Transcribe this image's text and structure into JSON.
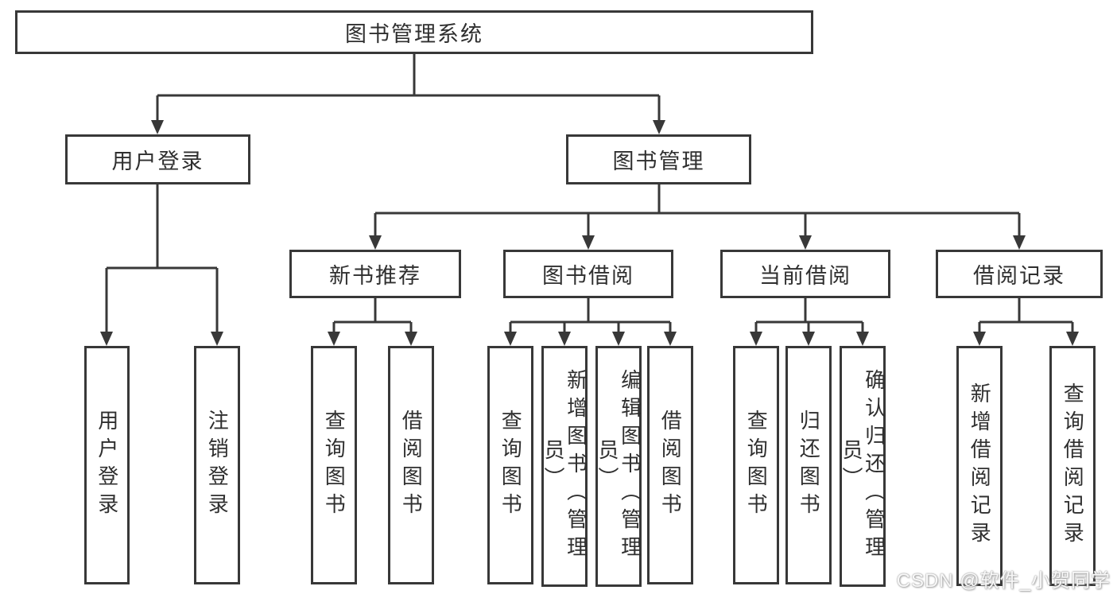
{
  "diagram": {
    "root": {
      "label": "图书管理系统"
    },
    "level2": [
      {
        "label": "用户登录"
      },
      {
        "label": "图书管理"
      }
    ],
    "level3": [
      {
        "label": "新书推荐"
      },
      {
        "label": "图书借阅"
      },
      {
        "label": "当前借阅"
      },
      {
        "label": "借阅记录"
      }
    ],
    "leaves": [
      {
        "label": "用户登录",
        "parent": "用户登录"
      },
      {
        "label": "注销登录",
        "parent": "用户登录"
      },
      {
        "label": "查询图书",
        "parent": "新书推荐"
      },
      {
        "label": "借阅图书",
        "parent": "新书推荐"
      },
      {
        "label": "查询图书",
        "parent": "图书借阅"
      },
      {
        "label": "新增图书（管理员）",
        "parent": "图书借阅"
      },
      {
        "label": "编辑图书（管理员）",
        "parent": "图书借阅"
      },
      {
        "label": "借阅图书",
        "parent": "图书借阅"
      },
      {
        "label": "查询图书",
        "parent": "当前借阅"
      },
      {
        "label": "归还图书",
        "parent": "当前借阅"
      },
      {
        "label": "确认归还（管理员）",
        "parent": "当前借阅"
      },
      {
        "label": "新增借阅记录",
        "parent": "借阅记录"
      },
      {
        "label": "查询借阅记录",
        "parent": "借阅记录"
      }
    ]
  },
  "watermark": {
    "text": "CSDN @软件_小贺同学"
  },
  "colors": {
    "line": "#383838",
    "box_border": "#383838",
    "box_fill": "#ffffff",
    "text": "#2f2f2f",
    "watermark": "#c6c6c6",
    "background": "#ffffff"
  }
}
